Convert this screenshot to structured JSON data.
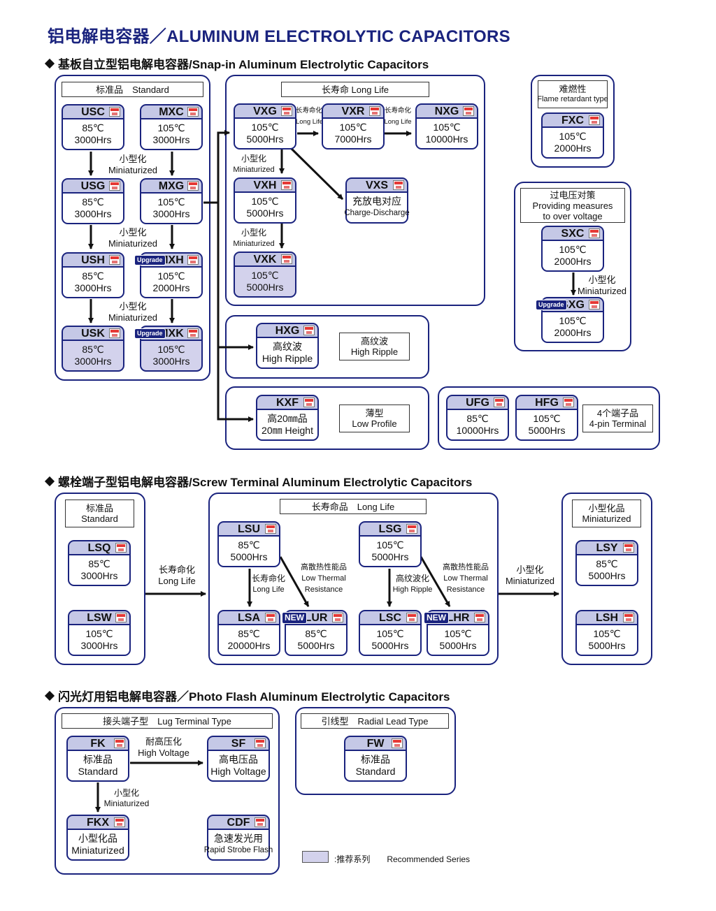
{
  "title": "铝电解电容器／ALUMINUM ELECTROLYTIC CAPACITORS",
  "sections": {
    "snapin": "基板自立型铝电解电容器/Snap-in Aluminum Electrolytic Capacitors",
    "screw": "螺栓端子型铝电解电容器/Screw Terminal Aluminum Electrolytic Capacitors",
    "flash": "闪光灯用铝电解电容器／Photo Flash Aluminum Electrolytic Capacitors"
  },
  "labels": {
    "standard": "标准品　Standard",
    "longlife": "长寿命 Long Life",
    "flame_cn": "难燃性",
    "flame_en": "Flame retardant type",
    "overvolt_cn": "过电压对策",
    "overvolt_en1": "Providing measures",
    "overvolt_en2": "to over voltage",
    "hiripple_cn": "高纹波",
    "hiripple_en": "High Ripple",
    "lowprof_cn": "薄型",
    "lowprof_en": "Low Profile",
    "fourpin_cn": "4个端子品",
    "fourpin_en": "4-pin Terminal",
    "screw_std_cn": "标准品",
    "screw_std_en": "Standard",
    "screw_ll": "长寿命品　Long Life",
    "screw_mini_cn": "小型化品",
    "screw_mini_en": "Miniaturized",
    "lug": "接头端子型　Lug Terminal Type",
    "radial": "引线型　Radial Lead Type"
  },
  "notes": {
    "mini_cn": "小型化",
    "mini_en": "Miniaturized",
    "ll_cn": "长寿命化",
    "ll_en": "Long Life",
    "lowthermal_cn": "高散热性能品",
    "lowthermal_en1": "Low Thermal",
    "lowthermal_en2": "Resistance",
    "hiripple_cn": "高纹波化",
    "hiripple_en": "High Ripple",
    "hv_cn": "耐高压化",
    "hv_en": "High Voltage"
  },
  "badges": {
    "upgrade": "Upgrade",
    "new": "NEW"
  },
  "cards": {
    "USC": {
      "name": "USC",
      "l1": "85℃",
      "l2": "3000Hrs"
    },
    "MXC": {
      "name": "MXC",
      "l1": "105℃",
      "l2": "3000Hrs"
    },
    "USG": {
      "name": "USG",
      "l1": "85℃",
      "l2": "3000Hrs"
    },
    "MXG": {
      "name": "MXG",
      "l1": "105℃",
      "l2": "3000Hrs"
    },
    "USH": {
      "name": "USH",
      "l1": "85℃",
      "l2": "3000Hrs"
    },
    "MXH": {
      "name": "MXH",
      "l1": "105℃",
      "l2": "2000Hrs"
    },
    "USK": {
      "name": "USK",
      "l1": "85℃",
      "l2": "3000Hrs"
    },
    "MXK": {
      "name": "MXK",
      "l1": "105℃",
      "l2": "3000Hrs"
    },
    "VXG": {
      "name": "VXG",
      "l1": "105℃",
      "l2": "5000Hrs"
    },
    "VXR": {
      "name": "VXR",
      "l1": "105℃",
      "l2": "7000Hrs"
    },
    "NXG": {
      "name": "NXG",
      "l1": "105℃",
      "l2": "10000Hrs"
    },
    "VXH": {
      "name": "VXH",
      "l1": "105℃",
      "l2": "5000Hrs"
    },
    "VXS": {
      "name": "VXS",
      "l1": "充放电对应",
      "l2": "Charge-Discharge"
    },
    "VXK": {
      "name": "VXK",
      "l1": "105℃",
      "l2": "5000Hrs"
    },
    "FXC": {
      "name": "FXC",
      "l1": "105℃",
      "l2": "2000Hrs"
    },
    "SXC": {
      "name": "SXC",
      "l1": "105℃",
      "l2": "2000Hrs"
    },
    "SXG": {
      "name": "SXG",
      "l1": "105℃",
      "l2": "2000Hrs"
    },
    "HXG": {
      "name": "HXG",
      "l1": "高纹波",
      "l2": "High Ripple"
    },
    "KXF": {
      "name": "KXF",
      "l1": "高20㎜品",
      "l2": "20㎜ Height"
    },
    "UFG": {
      "name": "UFG",
      "l1": "85℃",
      "l2": "10000Hrs"
    },
    "HFG": {
      "name": "HFG",
      "l1": "105℃",
      "l2": "5000Hrs"
    },
    "LSQ": {
      "name": "LSQ",
      "l1": "85℃",
      "l2": "3000Hrs"
    },
    "LSW": {
      "name": "LSW",
      "l1": "105℃",
      "l2": "3000Hrs"
    },
    "LSU": {
      "name": "LSU",
      "l1": "85℃",
      "l2": "5000Hrs"
    },
    "LSG": {
      "name": "LSG",
      "l1": "105℃",
      "l2": "5000Hrs"
    },
    "LSA": {
      "name": "LSA",
      "l1": "85℃",
      "l2": "20000Hrs"
    },
    "LUR": {
      "name": "LUR",
      "l1": "85℃",
      "l2": "5000Hrs"
    },
    "LSC": {
      "name": "LSC",
      "l1": "105℃",
      "l2": "5000Hrs"
    },
    "LHR": {
      "name": "LHR",
      "l1": "105℃",
      "l2": "5000Hrs"
    },
    "LSY": {
      "name": "LSY",
      "l1": "85℃",
      "l2": "5000Hrs"
    },
    "LSH": {
      "name": "LSH",
      "l1": "105℃",
      "l2": "5000Hrs"
    },
    "FK": {
      "name": "FK",
      "l1": "标准品",
      "l2": "Standard"
    },
    "SF": {
      "name": "SF",
      "l1": "高电压品",
      "l2": "High Voltage"
    },
    "FKX": {
      "name": "FKX",
      "l1": "小型化品",
      "l2": "Miniaturized"
    },
    "CDF": {
      "name": "CDF",
      "l1": "急速发光用",
      "l2": "Rapid Strobe Flash"
    },
    "FW": {
      "name": "FW",
      "l1": "标准品",
      "l2": "Standard"
    }
  },
  "recommended": [
    "USK",
    "MXK",
    "VXK"
  ],
  "legend": ":推荐系列　　Recommended Series",
  "colors": {
    "frame": "#1a237e",
    "tab": "#c5c8e6",
    "recommended": "#d3d2ec",
    "title": "#1a237e"
  }
}
